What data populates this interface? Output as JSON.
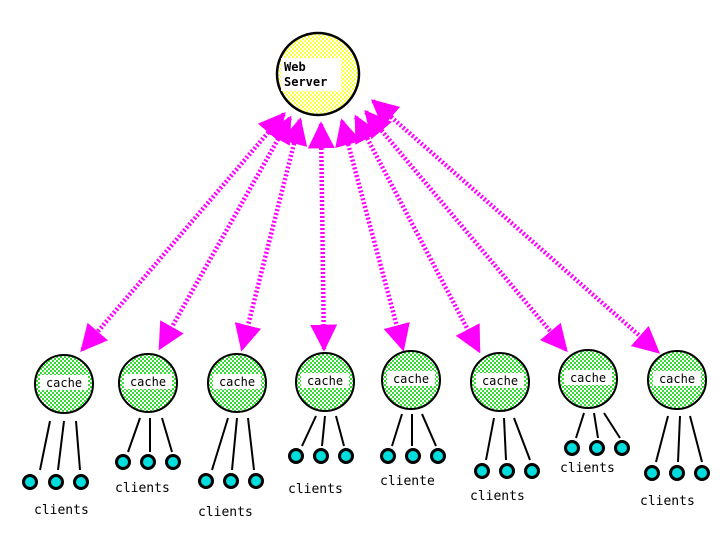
{
  "server": {
    "label_line1": "Web",
    "label_line2": "Server"
  },
  "caches": [
    {
      "label": "cache",
      "clients_label": "clients"
    },
    {
      "label": "cache",
      "clients_label": "clients"
    },
    {
      "label": "cache",
      "clients_label": "clients"
    },
    {
      "label": "cache",
      "clients_label": "clients"
    },
    {
      "label": "cache",
      "clients_label": "cliente"
    },
    {
      "label": "cache",
      "clients_label": "clients"
    },
    {
      "label": "cache",
      "clients_label": "clients"
    },
    {
      "label": "cache",
      "clients_label": "clients"
    }
  ],
  "colors": {
    "arrow": "#ff00ff",
    "cache_fill_a": "#33dd33",
    "cache_fill_b": "#ffffff",
    "server_fill_a": "#ffff44",
    "server_fill_b": "#ffffff",
    "client_fill": "#00dddd",
    "outline": "#000000"
  },
  "icons": {
    "server": "server-circle-icon",
    "cache": "cache-circle-icon",
    "client": "client-dot-icon",
    "arrow": "double-headed-arrow"
  }
}
